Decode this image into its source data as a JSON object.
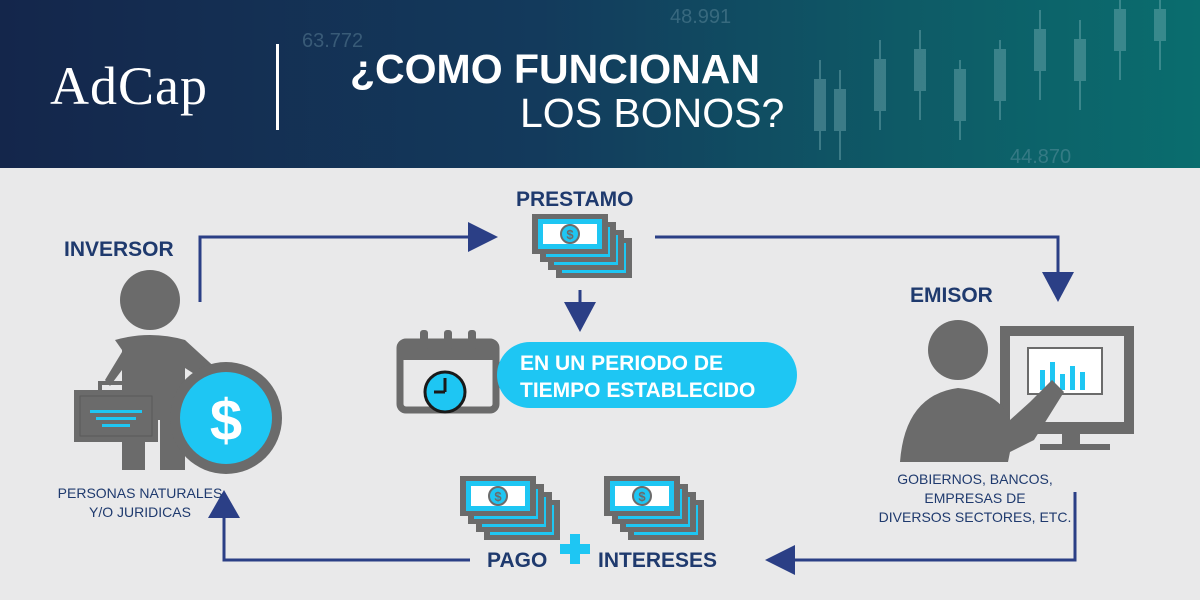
{
  "header": {
    "logo": "AdCap",
    "title_line1": "¿COMO FUNCIONAN",
    "title_line2": "LOS BONOS?",
    "background_numbers": [
      "63.772",
      "48.991",
      "44.870"
    ]
  },
  "nodes": {
    "inversor": {
      "title": "INVERSOR",
      "caption_line1": "PERSONAS NATURALES",
      "caption_line2": "Y/O JURIDICAS",
      "coin_symbol": "$"
    },
    "prestamo": {
      "title": "PRESTAMO"
    },
    "emisor": {
      "title": "EMISOR",
      "caption_line1": "GOBIERNOS, BANCOS,",
      "caption_line2": "EMPRESAS DE",
      "caption_line3": "DIVERSOS SECTORES, ETC."
    },
    "periodo": {
      "line1": "EN UN PERIODO DE",
      "line2": "TIEMPO ESTABLECIDO"
    },
    "pago": {
      "pago_label": "PAGO",
      "intereses_label": "INTERESES"
    }
  },
  "colors": {
    "navy": "#1f3a6e",
    "arrow": "#2b3f86",
    "cyan": "#1ec6f3",
    "gray": "#6b6b6b",
    "bg": "#e9e9ea"
  },
  "icons": [
    "investor-person-icon",
    "dollar-coin-icon",
    "briefcase-icon",
    "money-stack-icon",
    "calendar-clock-icon",
    "issuer-person-icon",
    "monitor-chart-icon",
    "plus-icon"
  ]
}
